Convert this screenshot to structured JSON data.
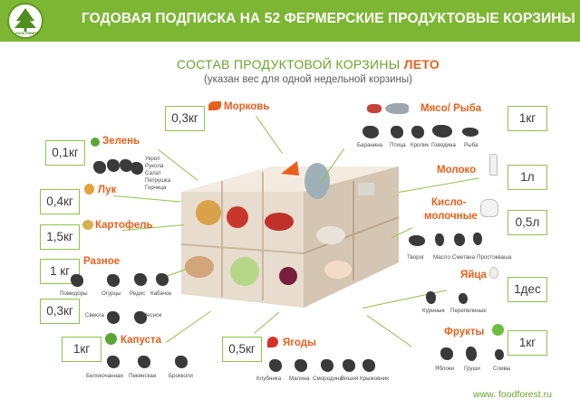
{
  "header": {
    "title": "ГОДОВАЯ ПОДПИСКА НА 52 ФЕРМЕРСКИЕ ПРОДУКТОВЫЕ КОРЗИНЫ",
    "logo_text": "FOOD FOREST"
  },
  "subtitle": {
    "prefix": "СОСТАВ  ПРОДУКТОВОЙ КОРЗИНЫ",
    "season": "ЛЕТО",
    "note": "(указан вес для одной недельной корзины)"
  },
  "categories": {
    "carrot": {
      "label": "Морковь",
      "weight": "0,3кг"
    },
    "greens": {
      "label": "Зелень",
      "weight": "0,1кг",
      "items": [
        "Укроп",
        "Рукола",
        "Салат",
        "Петрушка",
        "Горчица"
      ]
    },
    "onion": {
      "label": "Лук",
      "weight": "0,4кг"
    },
    "potato": {
      "label": "Картофель",
      "weight": "1,5кг"
    },
    "misc": {
      "label": "Разное",
      "weight": "1 кг",
      "items_row1": [
        "Помидоры",
        "Огурцы",
        "Редис",
        "Кабачок"
      ],
      "weight2": "0,3кг",
      "items_row2": [
        "Свекла",
        "Чеснок"
      ]
    },
    "cabbage": {
      "label": "Капуста",
      "weight": "1кг",
      "items": [
        "Белокочанная",
        "Пекинская",
        "Брокколи"
      ]
    },
    "berries": {
      "label": "Ягоды",
      "weight": "0,5кг",
      "items": [
        "Клубника",
        "Малина",
        "Смородина",
        "Вишня",
        "Крыжовник"
      ]
    },
    "meat": {
      "label": "Мясо/ Рыба",
      "weight": "1кг",
      "items": [
        "Баранина",
        "Птица",
        "Кролик",
        "Говядина",
        "Рыба"
      ]
    },
    "milk": {
      "label": "Молоко",
      "weight": "1л"
    },
    "dairy": {
      "label_line1": "Кисло-",
      "label_line2": "молочные",
      "weight": "0,5л",
      "items": [
        "Творог",
        "Масло",
        "Сметана",
        "Простокваша"
      ]
    },
    "eggs": {
      "label": "Яйца",
      "weight": "1дес",
      "items": [
        "Куриные",
        "Перепелиные"
      ]
    },
    "fruits": {
      "label": "Фрукты",
      "weight": "1кг",
      "items": [
        "Яблоки",
        "Груши",
        "Сливы"
      ]
    }
  },
  "footer": {
    "url": "www. foodforest.ru"
  },
  "colors": {
    "banner": "#7cb633",
    "accent": "#e8601c",
    "green": "#8ec447"
  }
}
